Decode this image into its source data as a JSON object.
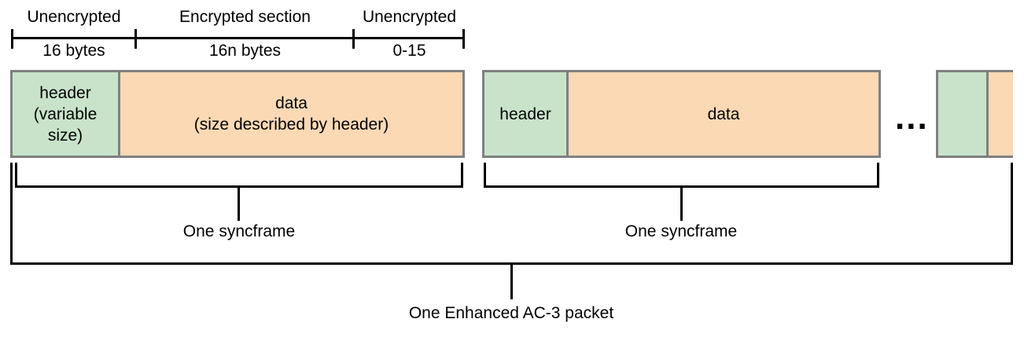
{
  "ruler": {
    "sections": [
      {
        "label": "Unencrypted",
        "size": "16 bytes"
      },
      {
        "label": "Encrypted section",
        "size": "16n bytes"
      },
      {
        "label": "Unencrypted",
        "size": "0-15"
      }
    ]
  },
  "syncframe1": {
    "header": "header\n(variable\nsize)",
    "data": "data\n(size described by header)",
    "brace_label": "One syncframe"
  },
  "syncframe2": {
    "header": "header",
    "data": "data",
    "brace_label": "One syncframe"
  },
  "ellipsis": "...",
  "packet": {
    "brace_label": "One Enhanced AC-3 packet"
  },
  "colors": {
    "header_fill": "#c8e3c9",
    "data_fill": "#fad9b4",
    "box_border": "#808080",
    "line": "#000000"
  }
}
